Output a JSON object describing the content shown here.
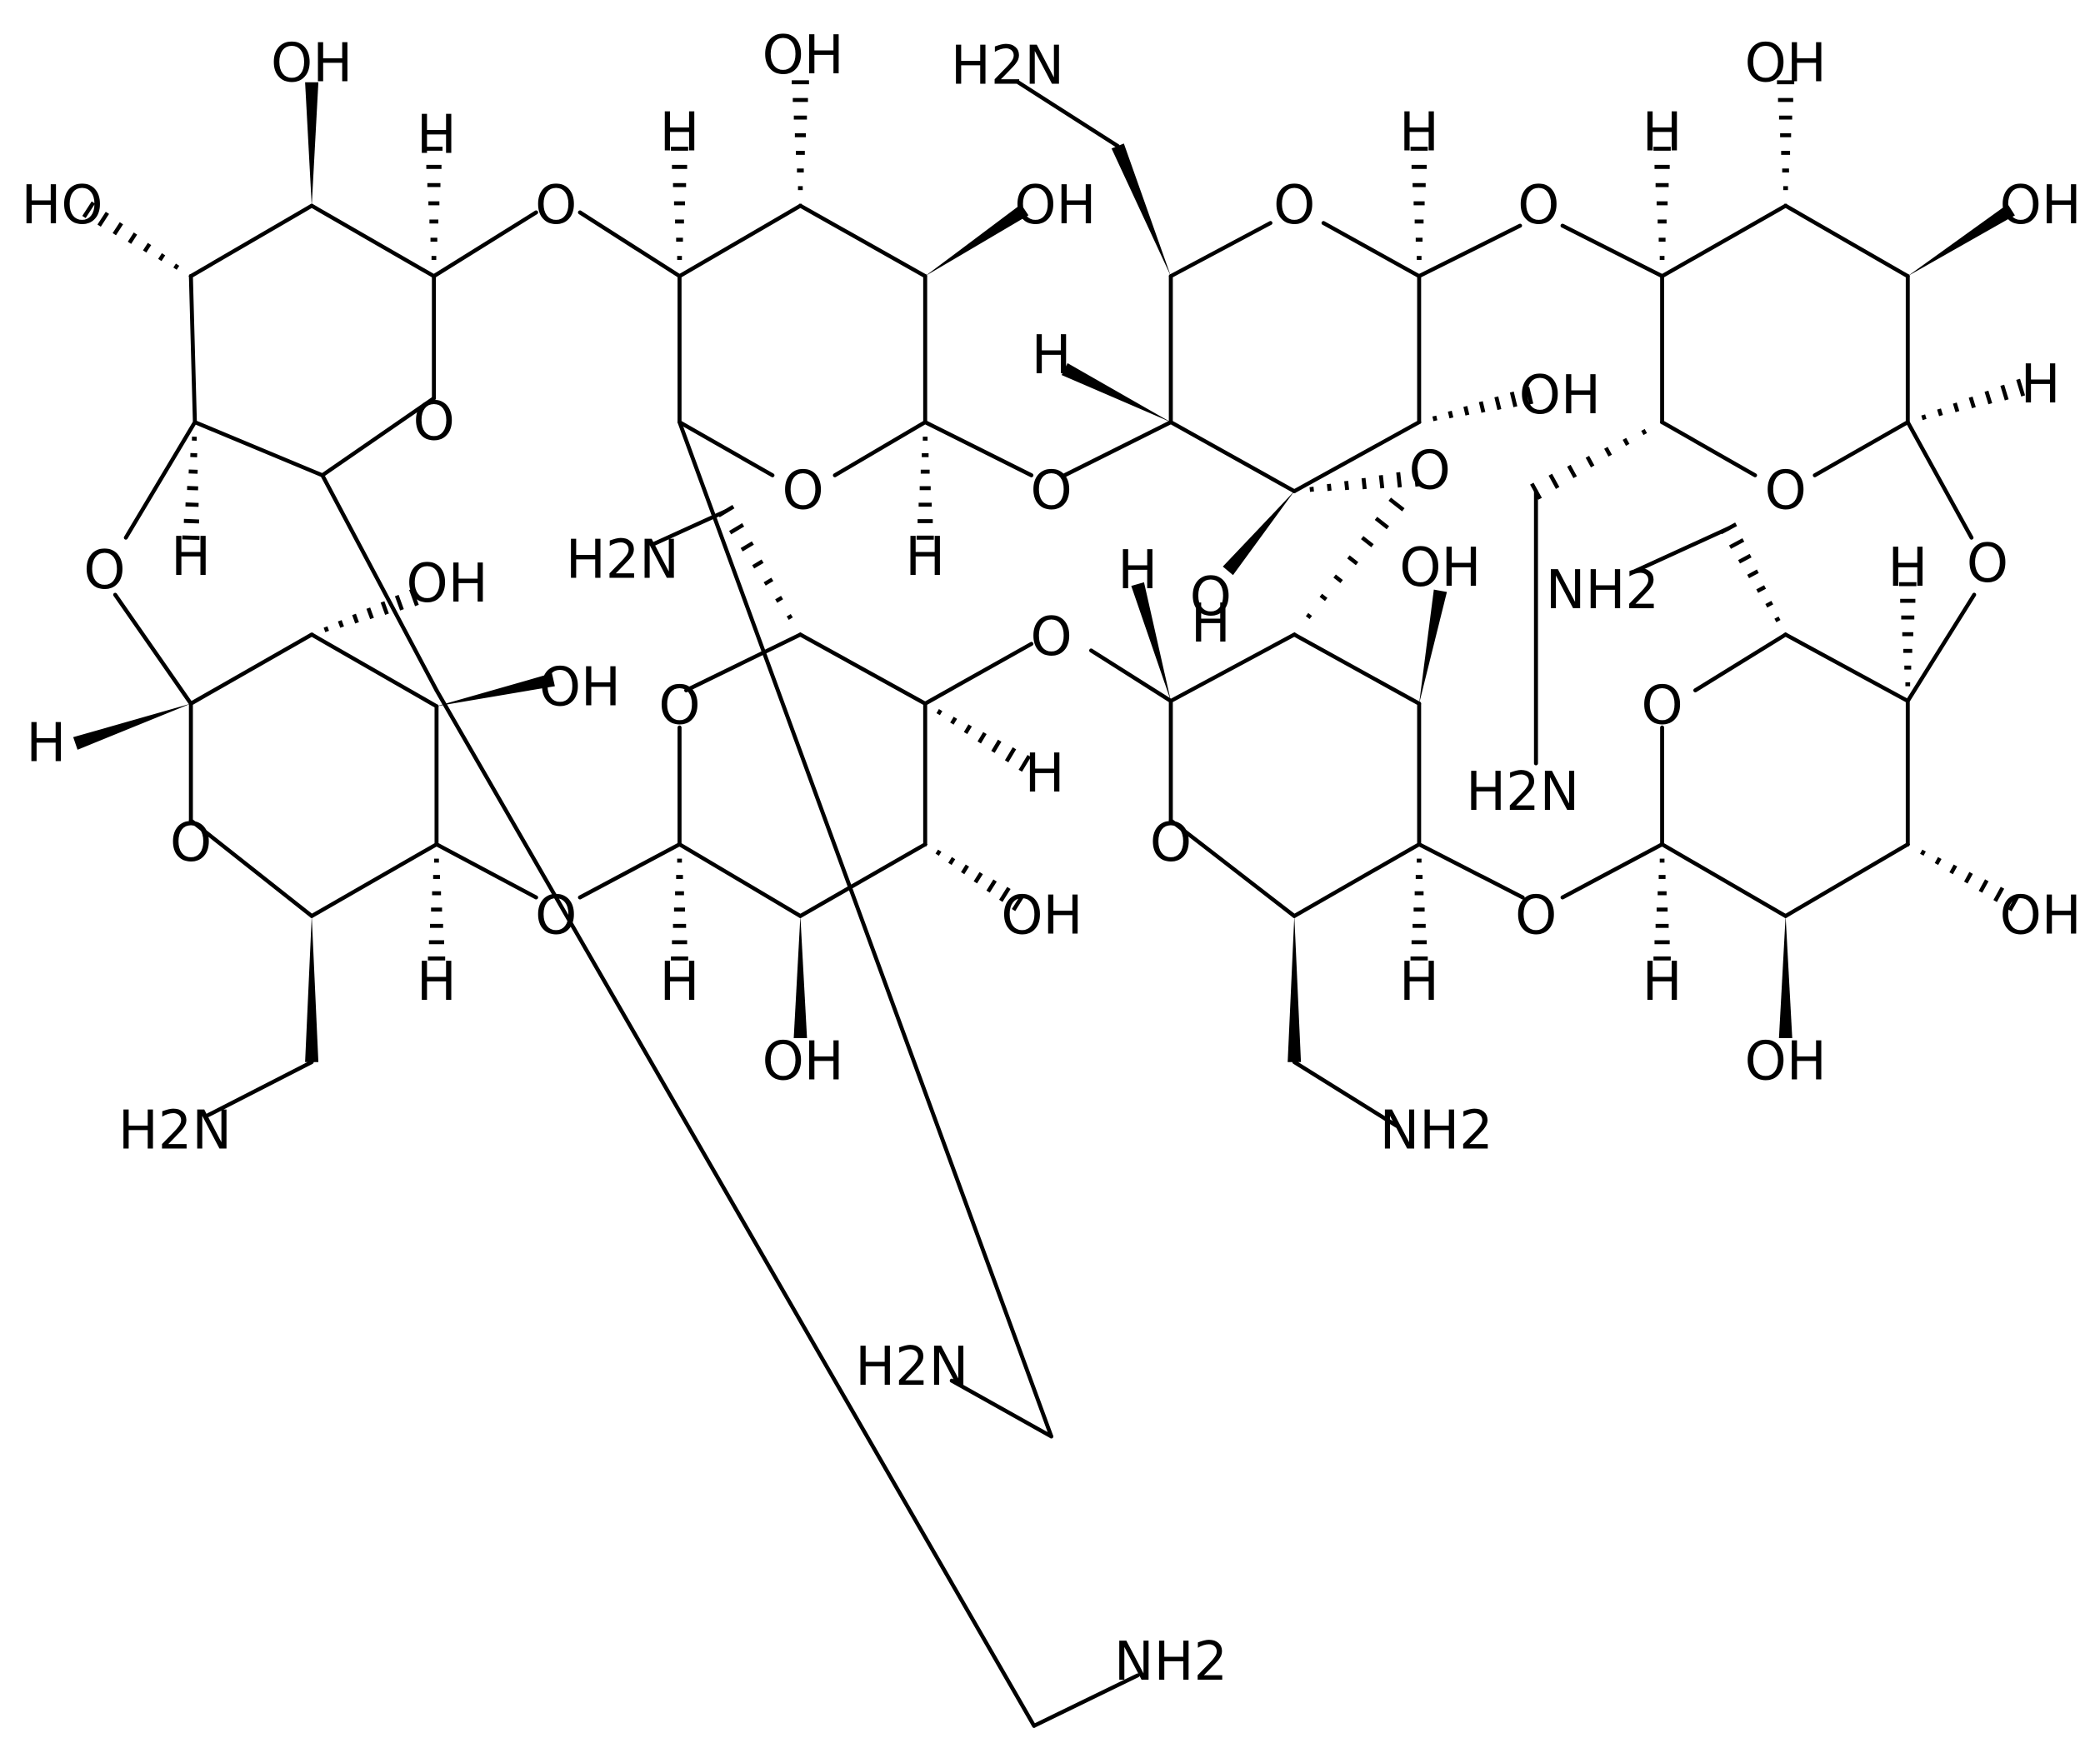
{
  "molecule": {
    "labels": {
      "o": "O",
      "h": "H",
      "oh": "OH",
      "ho": "HO",
      "nh2": "NH2",
      "h2n": "H2N"
    }
  }
}
